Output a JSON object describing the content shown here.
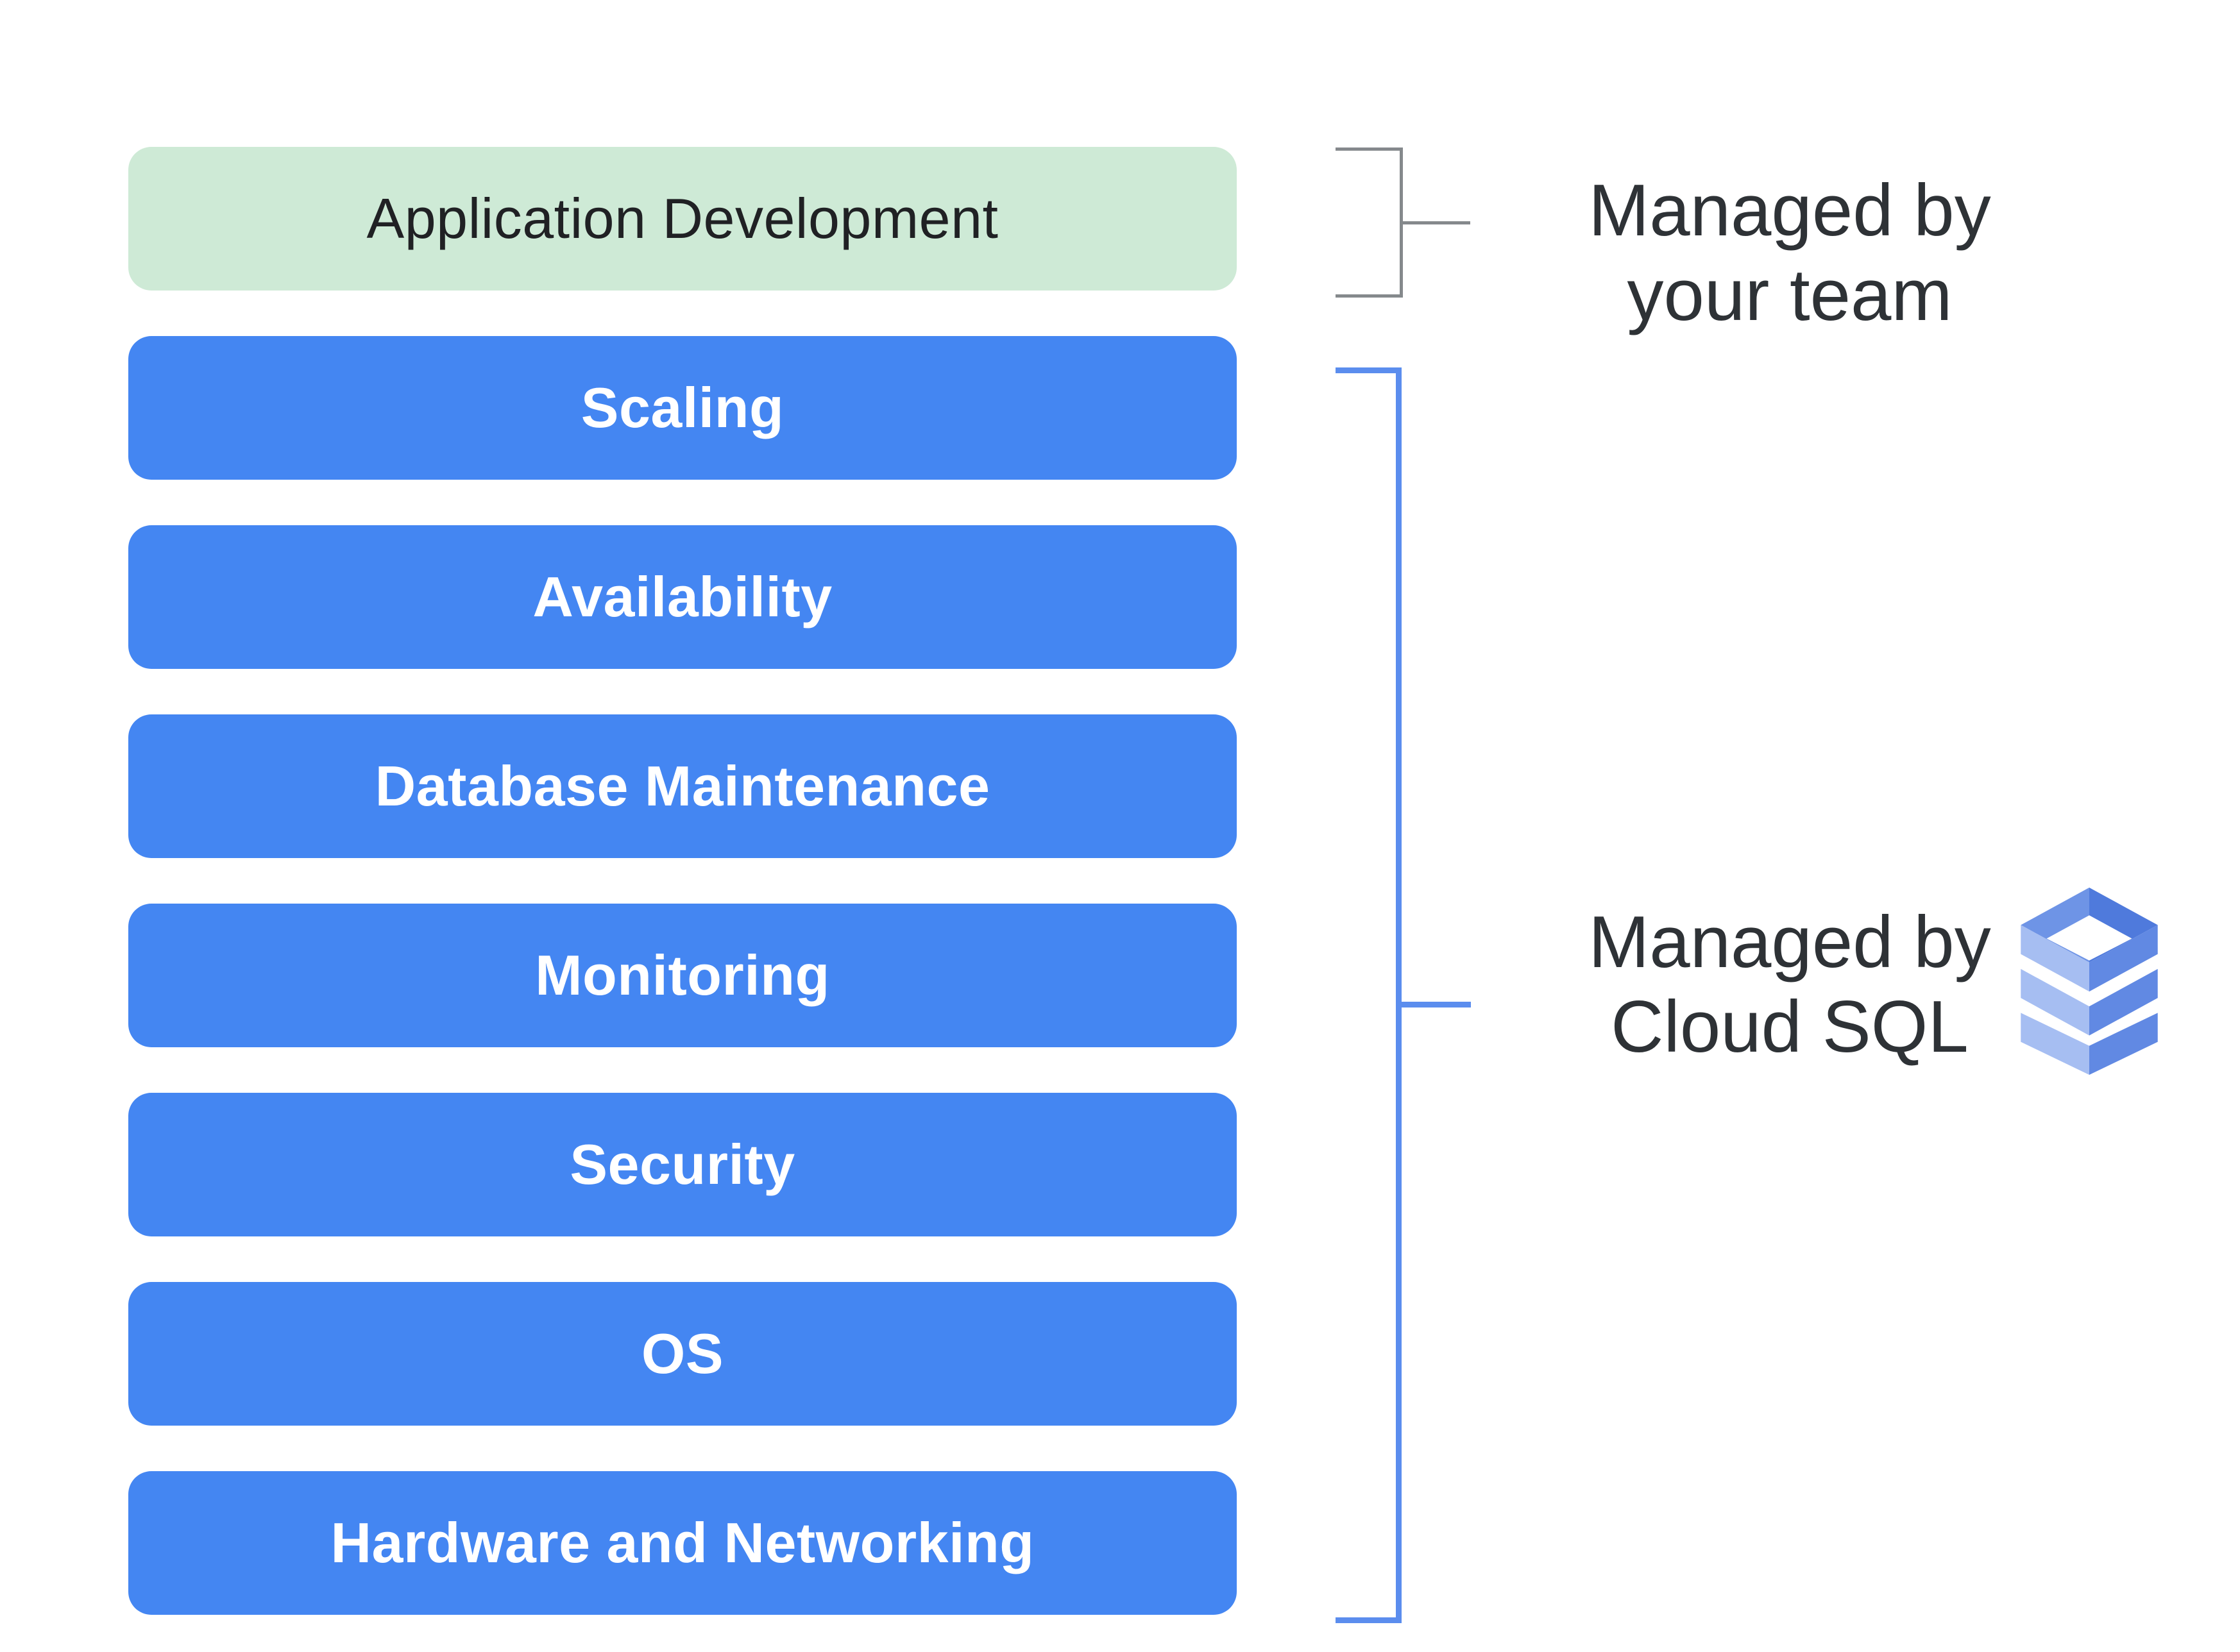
{
  "diagram": {
    "description": "Cloud SQL shared responsibility stack diagram"
  },
  "stack": {
    "boxes": [
      {
        "label": "Application Development",
        "managed_by": "your team"
      },
      {
        "label": "Scaling",
        "managed_by": "Cloud SQL"
      },
      {
        "label": "Availability",
        "managed_by": "Cloud SQL"
      },
      {
        "label": "Database Maintenance",
        "managed_by": "Cloud SQL"
      },
      {
        "label": "Monitoring",
        "managed_by": "Cloud SQL"
      },
      {
        "label": "Security",
        "managed_by": "Cloud SQL"
      },
      {
        "label": "OS",
        "managed_by": "Cloud SQL"
      },
      {
        "label": "Hardware and Networking",
        "managed_by": "Cloud SQL"
      }
    ]
  },
  "annotations": {
    "team": {
      "line1": "Managed by",
      "line2": "your team"
    },
    "cloud_sql": {
      "line1": "Managed by",
      "line2": "Cloud SQL",
      "icon": "cloud-sql-icon"
    }
  },
  "colors": {
    "team_box_bg": "#CEEAD6",
    "team_box_text": "#202124",
    "cloud_box_bg": "#4486F2",
    "cloud_box_text": "#FFFFFF",
    "team_bracket": "#85898C",
    "cloud_bracket": "#5B8DEE",
    "label_text": "#2E3236",
    "icon_face_light": "#A6BEF2",
    "icon_face_dark": "#6189E3",
    "icon_rim_light": "#6E94E6",
    "icon_rim_dark": "#4F7ADC",
    "background": "#FFFFFF"
  }
}
